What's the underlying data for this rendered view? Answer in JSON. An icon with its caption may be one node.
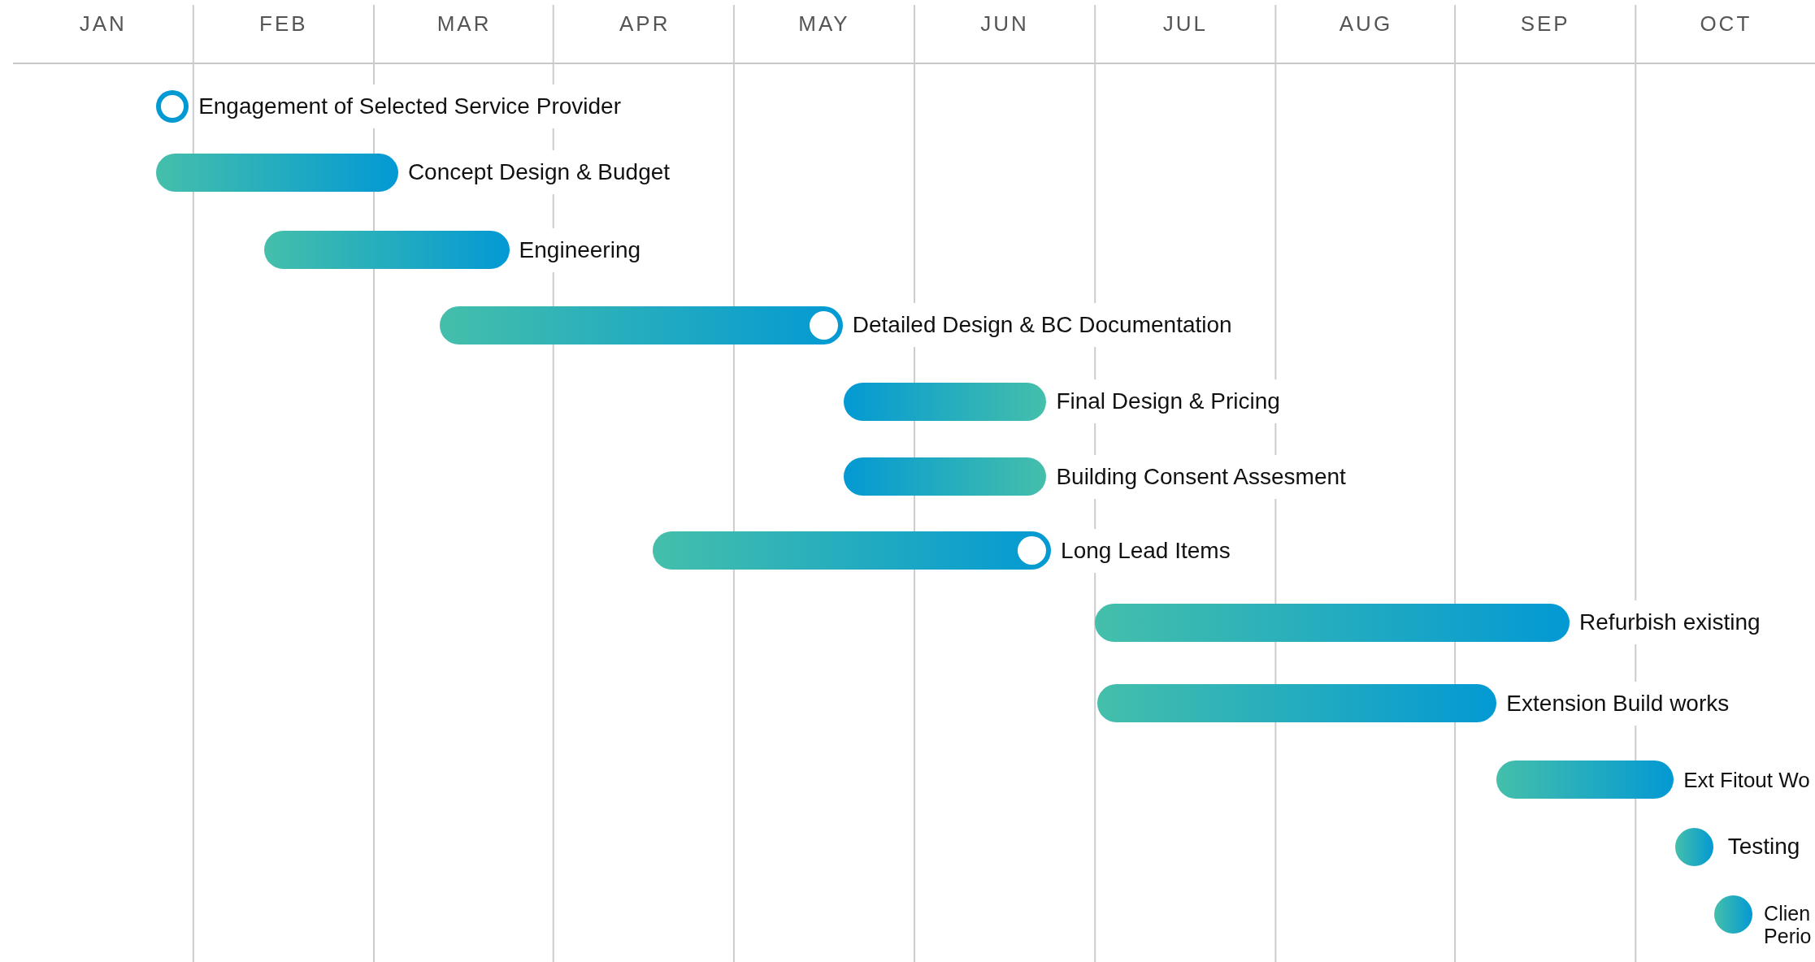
{
  "diagram": {
    "nodes": [
      {
        "text": [
          "Engagement of Selected Service Provider"
        ]
      },
      {
        "text": [
          "Concept Design & Budget"
        ]
      },
      {
        "text": [
          "Engineering"
        ]
      },
      {
        "text": [
          "Detailed Design & BC Documentation"
        ]
      },
      {
        "text": [
          "Final Design & Pricing"
        ]
      },
      {
        "text": [
          "Building Consent Assesment"
        ]
      },
      {
        "text": [
          "Long Lead Items"
        ]
      },
      {
        "text": [
          "Refurbish existing"
        ]
      },
      {
        "text": [
          "Extension Build works"
        ]
      },
      {
        "text": [
          "Ext Fitout Wo"
        ]
      },
      {
        "text": [
          "Testing"
        ]
      },
      {
        "text": [
          "Clien Perio"
        ]
      }
    ],
    "labels": [
      "JAN",
      "FEB",
      "MAR",
      "APR",
      "MAY",
      "JUN",
      "JUL",
      "AUG",
      "SEP",
      "OCT"
    ]
  }
}
